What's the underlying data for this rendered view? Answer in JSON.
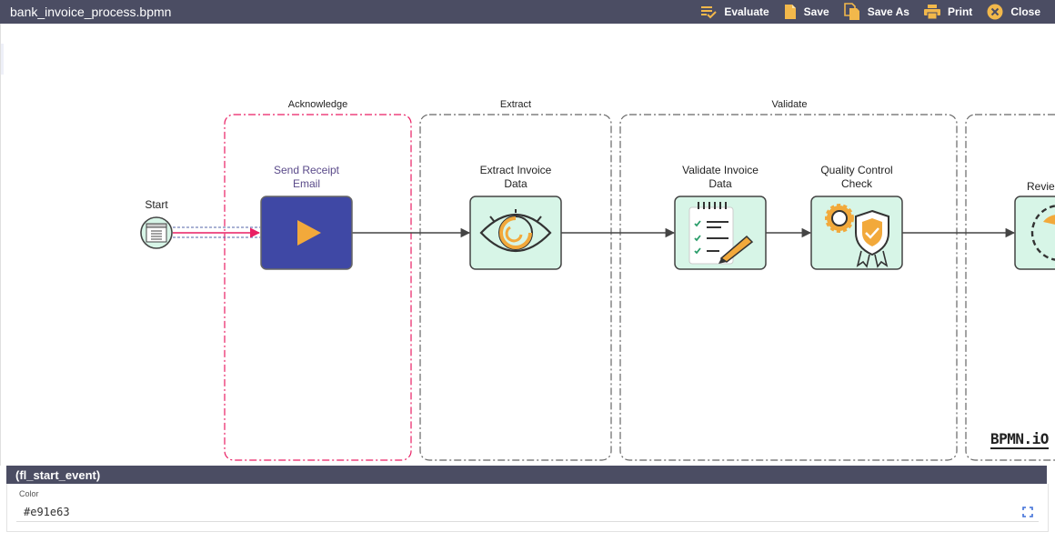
{
  "window": {
    "title": "bank_invoice_process.bpmn"
  },
  "toolbar": {
    "evaluate": "Evaluate",
    "save": "Save",
    "save_as": "Save As",
    "print": "Print",
    "close": "Close"
  },
  "lanes": {
    "acknowledge": "Acknowledge",
    "extract": "Extract",
    "validate": "Validate"
  },
  "nodes": {
    "start": "Start",
    "send_receipt": "Send Receipt\nEmail",
    "extract_invoice": "Extract Invoice\nData",
    "validate_invoice": "Validate Invoice\nData",
    "quality_control": "Quality Control\nCheck",
    "review": "Revie"
  },
  "watermark": "BPMN.iO",
  "properties": {
    "element_id": "(fl_start_event)",
    "color_label": "Color",
    "color_value": "#e91e63"
  },
  "colors": {
    "accent": "#e91e63",
    "task_fill": "#d7f5e7",
    "active_task": "#3f48a5",
    "toolbar_bg": "#4b4d63",
    "icon_orange": "#f2a93b"
  }
}
